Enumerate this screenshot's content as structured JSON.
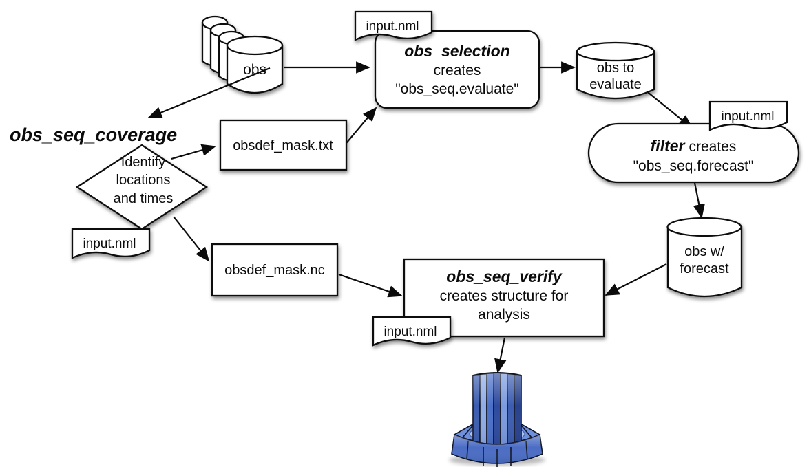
{
  "diagram": {
    "title_context": "observation sequence processing workflow",
    "colors": {
      "background": "#ffffff",
      "shape_fill": "#ffffff",
      "stroke": "#000000",
      "icon_blue_dark": "#2e4a9e",
      "icon_blue_mid": "#4a6cc4",
      "icon_blue_light": "#9db8ec"
    },
    "nodes": {
      "obs_stack": {
        "label": "obs",
        "shape": "cylinder-stack"
      },
      "coverage": {
        "title": "obs_seq_coverage",
        "line1": "Identify",
        "line2": "locations",
        "line3": "and times",
        "shape": "diamond"
      },
      "mask_txt": {
        "label": "obsdef_mask.txt",
        "shape": "rectangle"
      },
      "mask_nc": {
        "label": "obsdef_mask.nc",
        "shape": "rectangle"
      },
      "selection": {
        "title": "obs_selection",
        "line2": "creates",
        "line3": "\"obs_seq.evaluate\"",
        "shape": "rounded-rectangle"
      },
      "evaluate_db": {
        "line1": "obs to",
        "line2": "evaluate",
        "shape": "cylinder"
      },
      "filter": {
        "title": "filter",
        "title_suffix": "creates",
        "line2": "\"obs_seq.forecast\"",
        "shape": "stadium"
      },
      "forecast_db": {
        "line1": "obs w/",
        "line2": "forecast",
        "shape": "cylinder"
      },
      "verify": {
        "title": "obs_seq_verify",
        "line2": "creates structure for",
        "line3": "analysis",
        "shape": "rectangle"
      },
      "analysis_icon": {
        "shape": "blue-3d-pedestal"
      }
    },
    "notes": [
      "input.nml",
      "input.nml",
      "input.nml",
      "input.nml"
    ],
    "edges": [
      {
        "from": "obs",
        "to": "obs_selection"
      },
      {
        "from": "obs",
        "to": "obs_seq_coverage"
      },
      {
        "from": "obs_seq_coverage",
        "to": "obsdef_mask.txt"
      },
      {
        "from": "obs_seq_coverage",
        "to": "obsdef_mask.nc"
      },
      {
        "from": "obsdef_mask.txt",
        "to": "obs_selection"
      },
      {
        "from": "obs_selection",
        "to": "obs to evaluate"
      },
      {
        "from": "obs to evaluate",
        "to": "filter"
      },
      {
        "from": "filter",
        "to": "obs w/ forecast"
      },
      {
        "from": "obs w/ forecast",
        "to": "obs_seq_verify"
      },
      {
        "from": "obsdef_mask.nc",
        "to": "obs_seq_verify"
      },
      {
        "from": "obs_seq_verify",
        "to": "analysis-pedestal"
      }
    ]
  }
}
